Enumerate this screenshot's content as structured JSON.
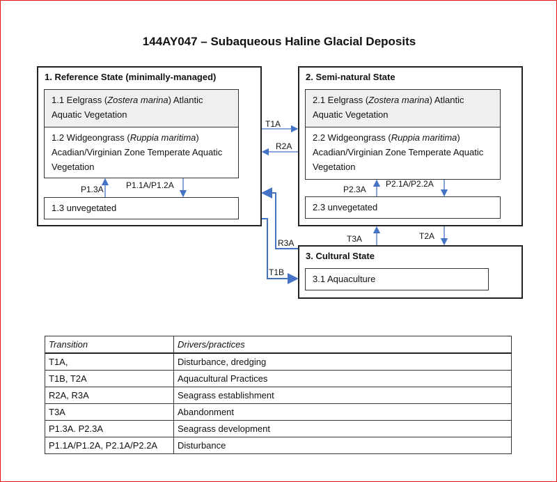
{
  "title": "144AY047 – Subaqueous Haline Glacial Deposits",
  "states": {
    "s1": {
      "header": "1.  Reference State (minimally-managed)",
      "c11_pre": "1.1  Eelgrass (",
      "c11_it": "Zostera marina",
      "c11_post": ") Atlantic Aquatic Vegetation",
      "c12_pre": "1.2  Widgeongrass (",
      "c12_it": "Ruppia maritima",
      "c12_post": ") Acadian/Virginian  Zone Temperate Aquatic Vegetation",
      "c13": "1.3  unvegetated"
    },
    "s2": {
      "header": "2.  Semi-natural State",
      "c21_pre": "2.1  Eelgrass (",
      "c21_it": "Zostera marina",
      "c21_post": ") Atlantic Aquatic Vegetation",
      "c22_pre": "2.2  Widgeongrass (",
      "c22_it": "Ruppia maritima",
      "c22_post": ") Acadian/Virginian  Zone Temperate Aquatic Vegetation",
      "c23": "2.3  unvegetated"
    },
    "s3": {
      "header": "3.  Cultural State",
      "c31": "3.1  Aquaculture"
    }
  },
  "arrows": {
    "t1a": "T1A",
    "r2a": "R2A",
    "p13a": "P1.3A",
    "p11a": "P1.1A/P1.2A",
    "p23a": "P2.3A",
    "p21a": "P2.1A/P2.2A",
    "t3a": "T3A",
    "t2a": "T2A",
    "r3a": "R3A",
    "t1b": "T1B"
  },
  "arrow_color": "#4472c4",
  "table": {
    "headers": [
      "Transition",
      "Drivers/practices"
    ],
    "rows": [
      [
        "T1A,",
        "Disturbance, dredging"
      ],
      [
        "T1B, T2A",
        "Aquacultural  Practices"
      ],
      [
        "R2A, R3A",
        "Seagrass establishment"
      ],
      [
        "T3A",
        "Abandonment"
      ],
      [
        "P1.3A. P2.3A",
        "Seagrass development"
      ],
      [
        "P1.1A/P1.2A, P2.1A/P2.2A",
        "Disturbance"
      ]
    ]
  }
}
